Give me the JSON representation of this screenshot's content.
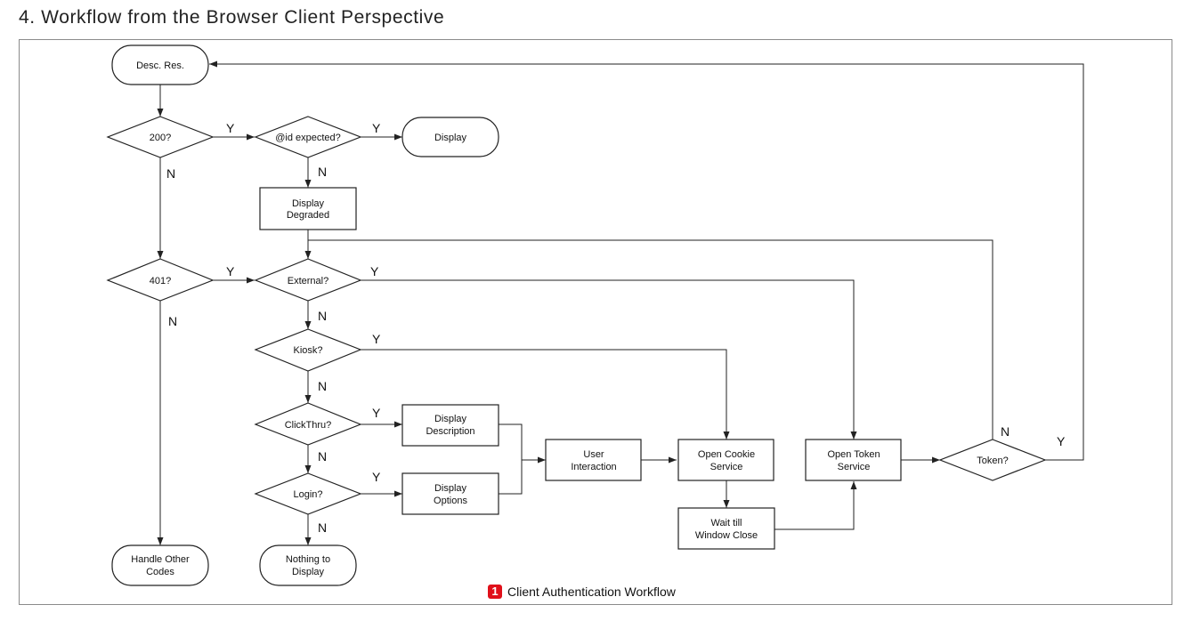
{
  "page": {
    "heading": "4. Workflow from the Browser Client Perspective"
  },
  "caption": {
    "number": "1",
    "text": "Client Authentication Workflow"
  },
  "colors": {
    "caption_badge": "#e0101a",
    "line": "#222222",
    "frame": "#8a8a8a"
  },
  "diagram": {
    "nodes": {
      "desc_res": [
        "Desc. Res."
      ],
      "q200": [
        "200?"
      ],
      "id_expected": [
        "@id expected?"
      ],
      "display": [
        "Display"
      ],
      "display_degraded": [
        "Display",
        "Degraded"
      ],
      "q401": [
        "401?"
      ],
      "external": [
        "External?"
      ],
      "kiosk": [
        "Kiosk?"
      ],
      "clickthru": [
        "ClickThru?"
      ],
      "login": [
        "Login?"
      ],
      "display_description": [
        "Display",
        "Description"
      ],
      "display_options": [
        "Display",
        "Options"
      ],
      "user_interaction": [
        "User",
        "Interaction"
      ],
      "open_cookie": [
        "Open Cookie",
        "Service"
      ],
      "wait_window": [
        "Wait till",
        "Window Close"
      ],
      "open_token": [
        "Open Token",
        "Service"
      ],
      "token": [
        "Token?"
      ],
      "handle_other": [
        "Handle Other",
        "Codes"
      ],
      "nothing_display": [
        "Nothing to",
        "Display"
      ]
    },
    "edge_labels": {
      "yes": "Y",
      "no": "N"
    }
  }
}
